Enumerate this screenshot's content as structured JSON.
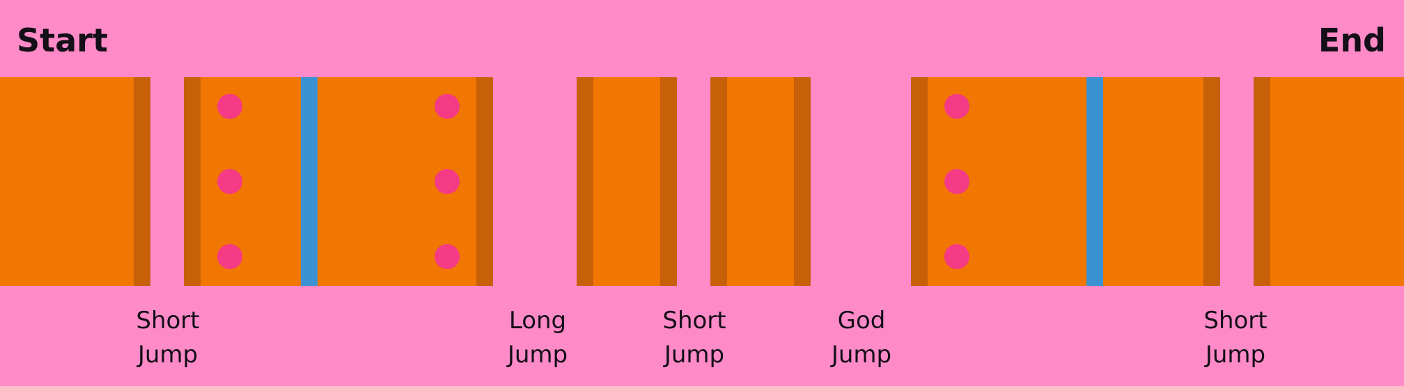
{
  "labels": {
    "start": "Start",
    "end": "End"
  },
  "colors": {
    "background": "#ff8ac8",
    "platform": "#f17602",
    "platform_edge": "#c8600a",
    "divider": "#3a92d2",
    "dot": "#f53a86",
    "text": "#140f18"
  },
  "jumps": [
    {
      "line1": "Short",
      "line2": "Jump"
    },
    {
      "line1": "Long",
      "line2": "Jump"
    },
    {
      "line1": "Short",
      "line2": "Jump"
    },
    {
      "line1": "God",
      "line2": "Jump"
    },
    {
      "line1": "Short",
      "line2": "Jump"
    }
  ]
}
